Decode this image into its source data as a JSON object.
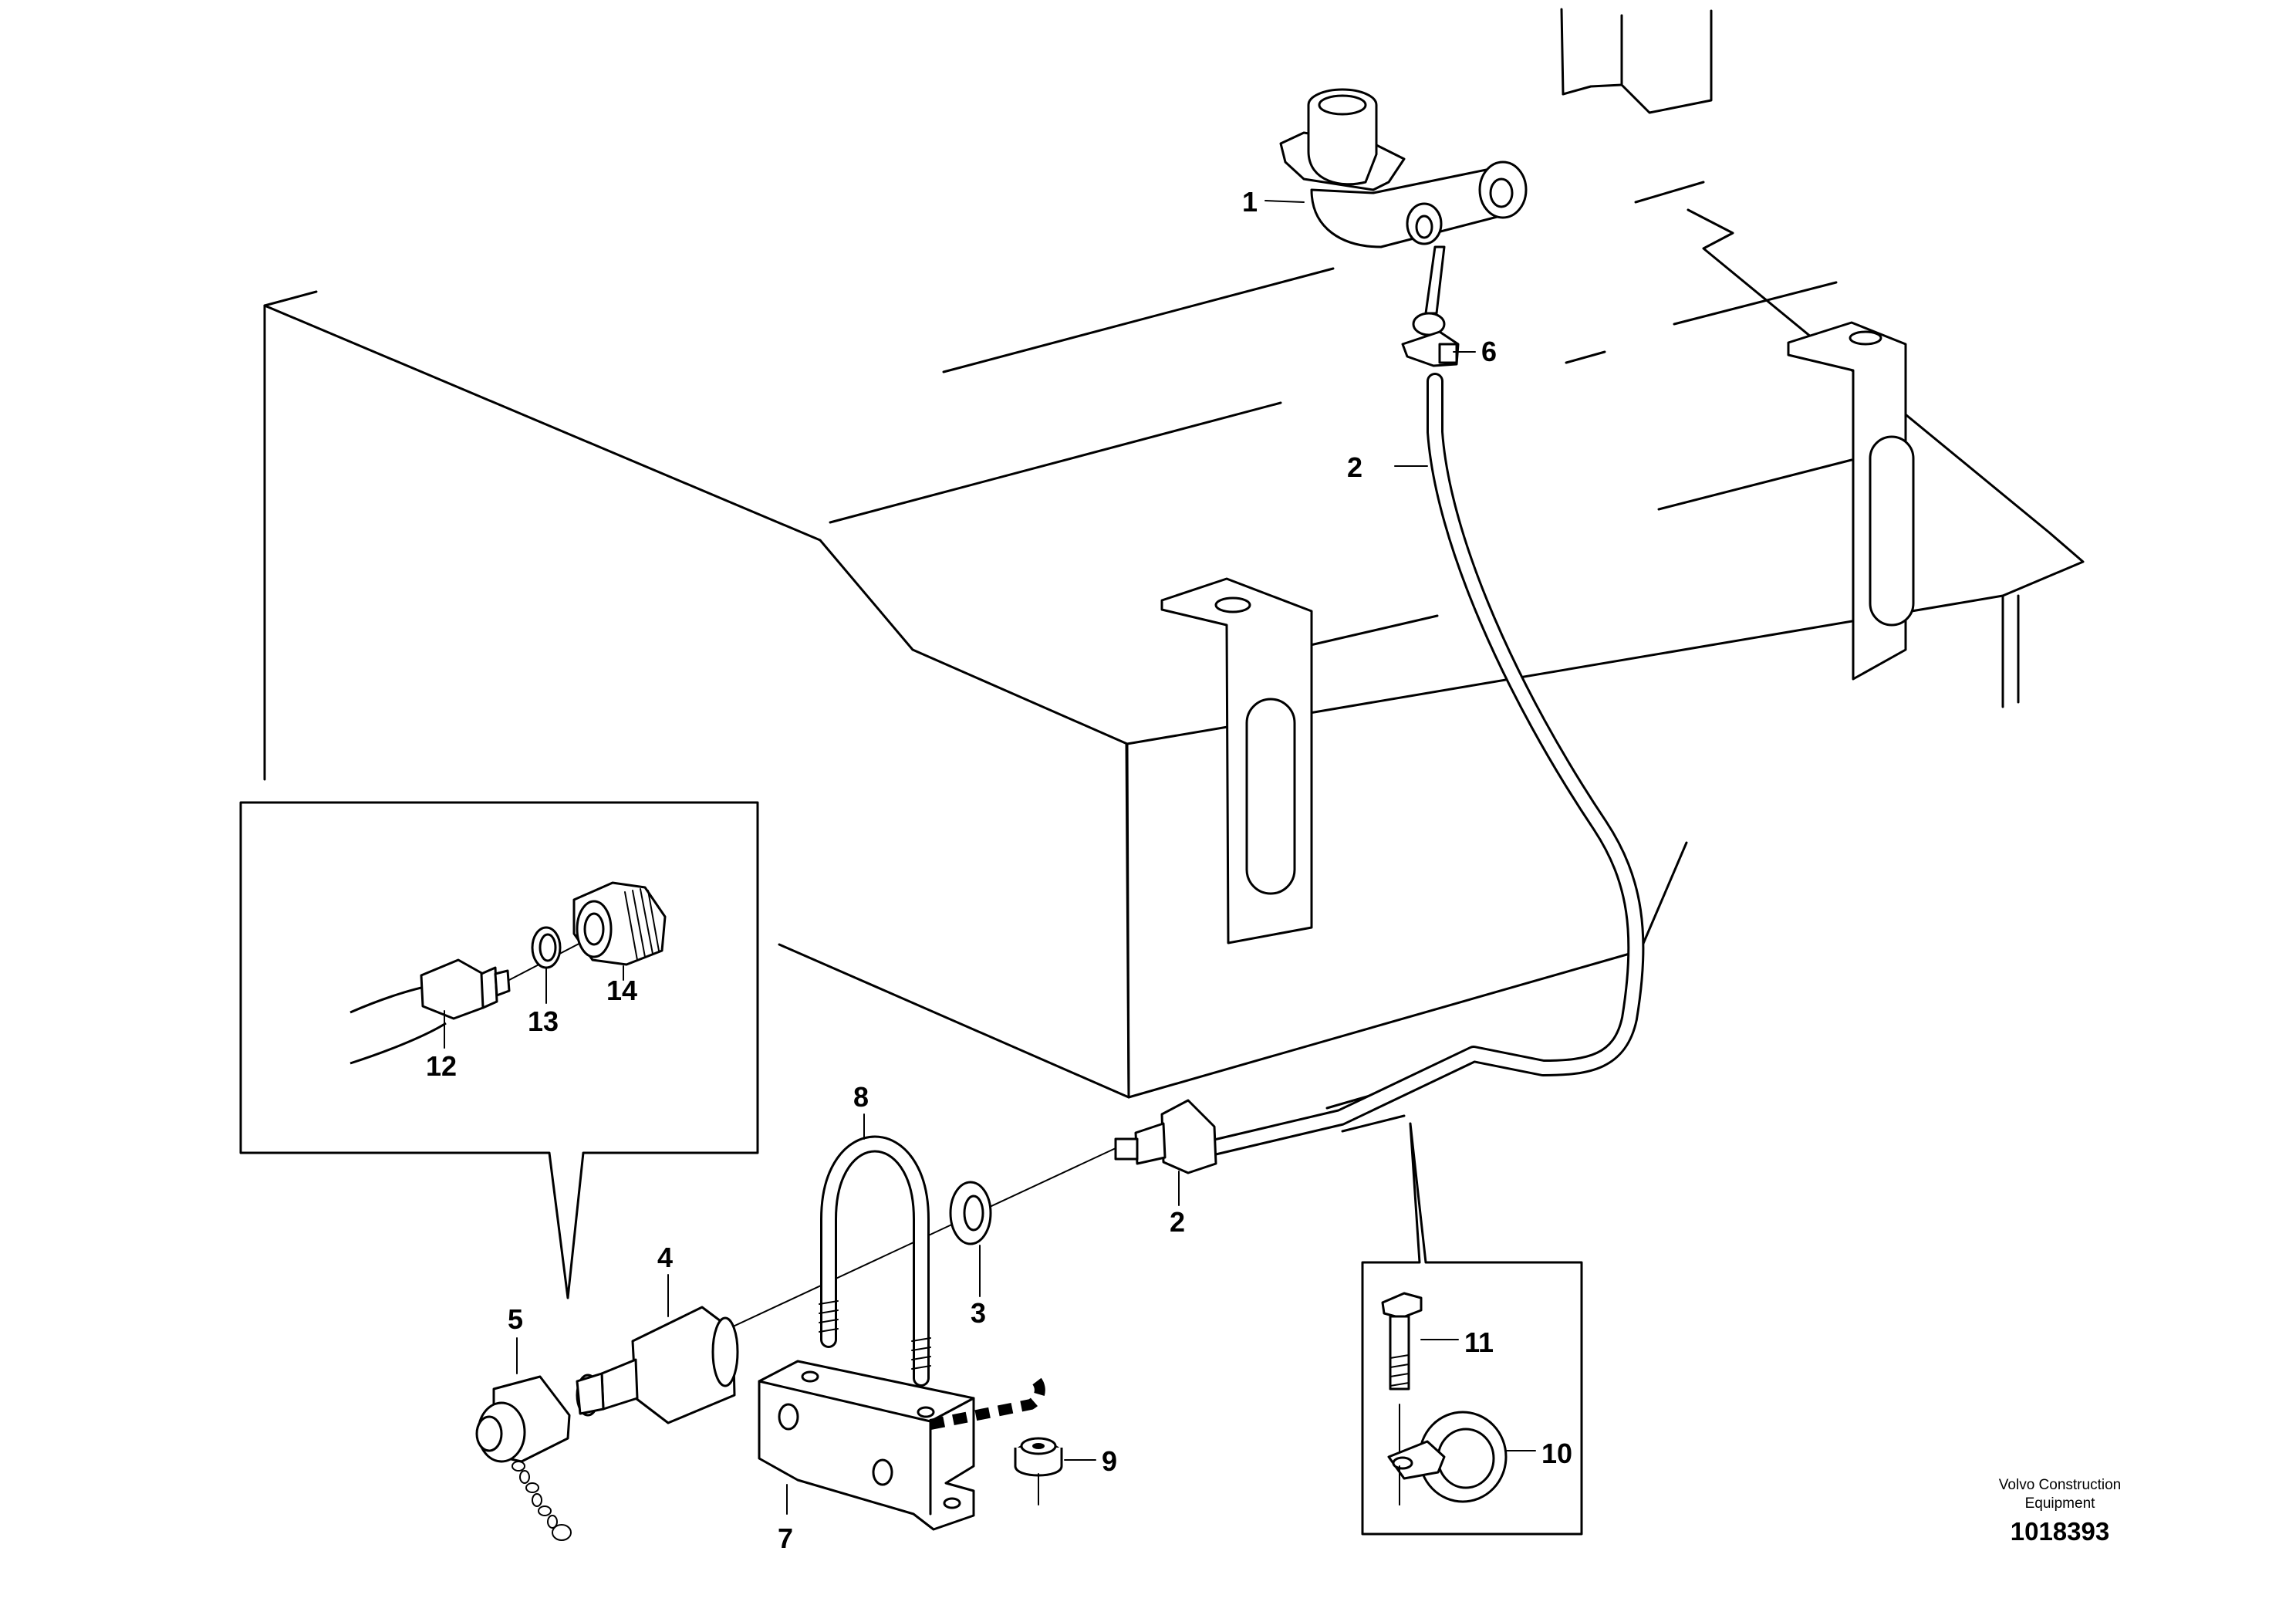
{
  "callouts": {
    "p1": "1",
    "p2_top": "2",
    "p2_bottom": "2",
    "p3": "3",
    "p4": "4",
    "p5": "5",
    "p6": "6",
    "p7": "7",
    "p8": "8",
    "p9": "9",
    "p10": "10",
    "p11": "11",
    "p12": "12",
    "p13": "13",
    "p14": "14"
  },
  "footer": {
    "brand_line1": "Volvo Construction",
    "brand_line2": "Equipment",
    "drawing_number": "1018393"
  }
}
